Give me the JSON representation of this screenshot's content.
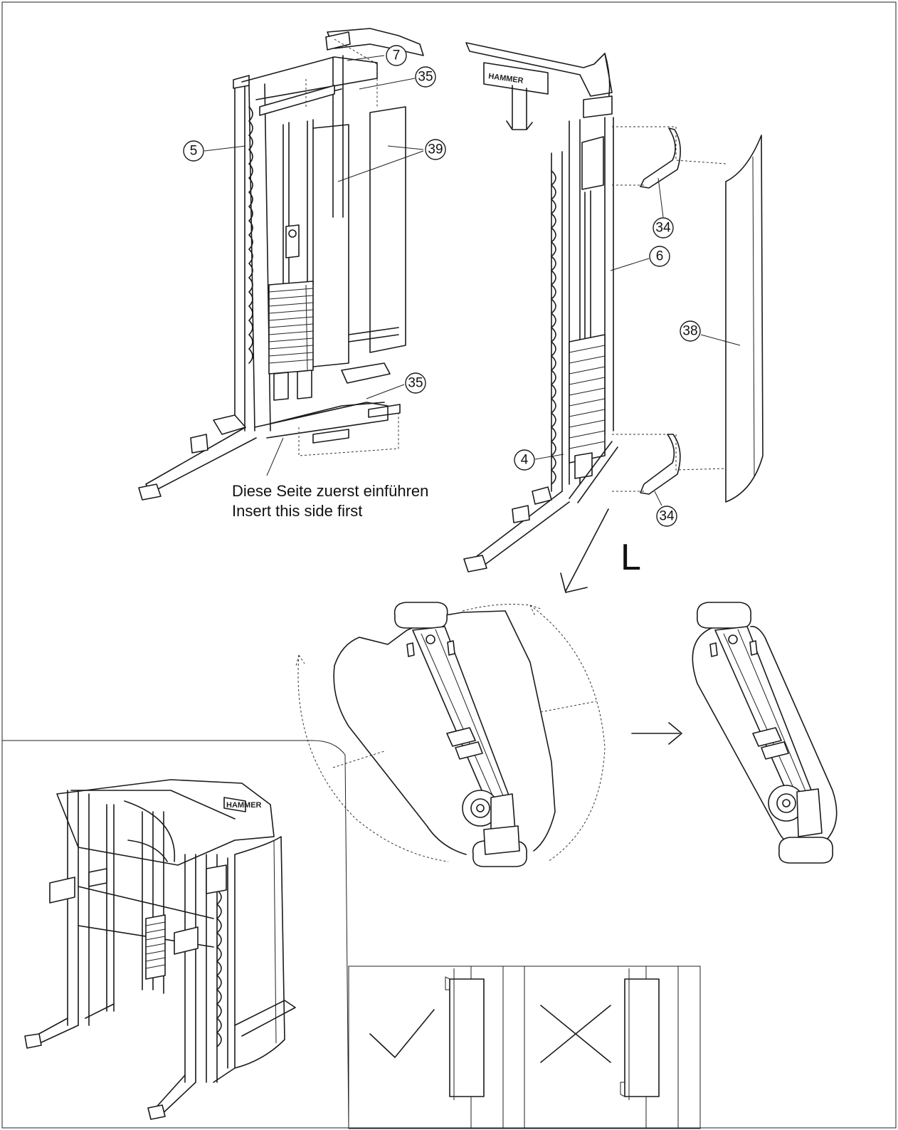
{
  "callouts": {
    "part_7": "7",
    "part_35_top": "35",
    "part_5": "5",
    "part_39": "39",
    "part_35_bottom": "35",
    "part_34_top": "34",
    "part_6": "6",
    "part_38": "38",
    "part_4": "4",
    "part_34_bottom": "34"
  },
  "note": {
    "line_de": "Diese Seite zuerst einführen",
    "line_en": "Insert this side first"
  },
  "side_marker": "L",
  "brand_logo": "HAMMER",
  "check_panel": {
    "correct_symbol": "check-mark",
    "wrong_symbol": "cross-mark"
  }
}
